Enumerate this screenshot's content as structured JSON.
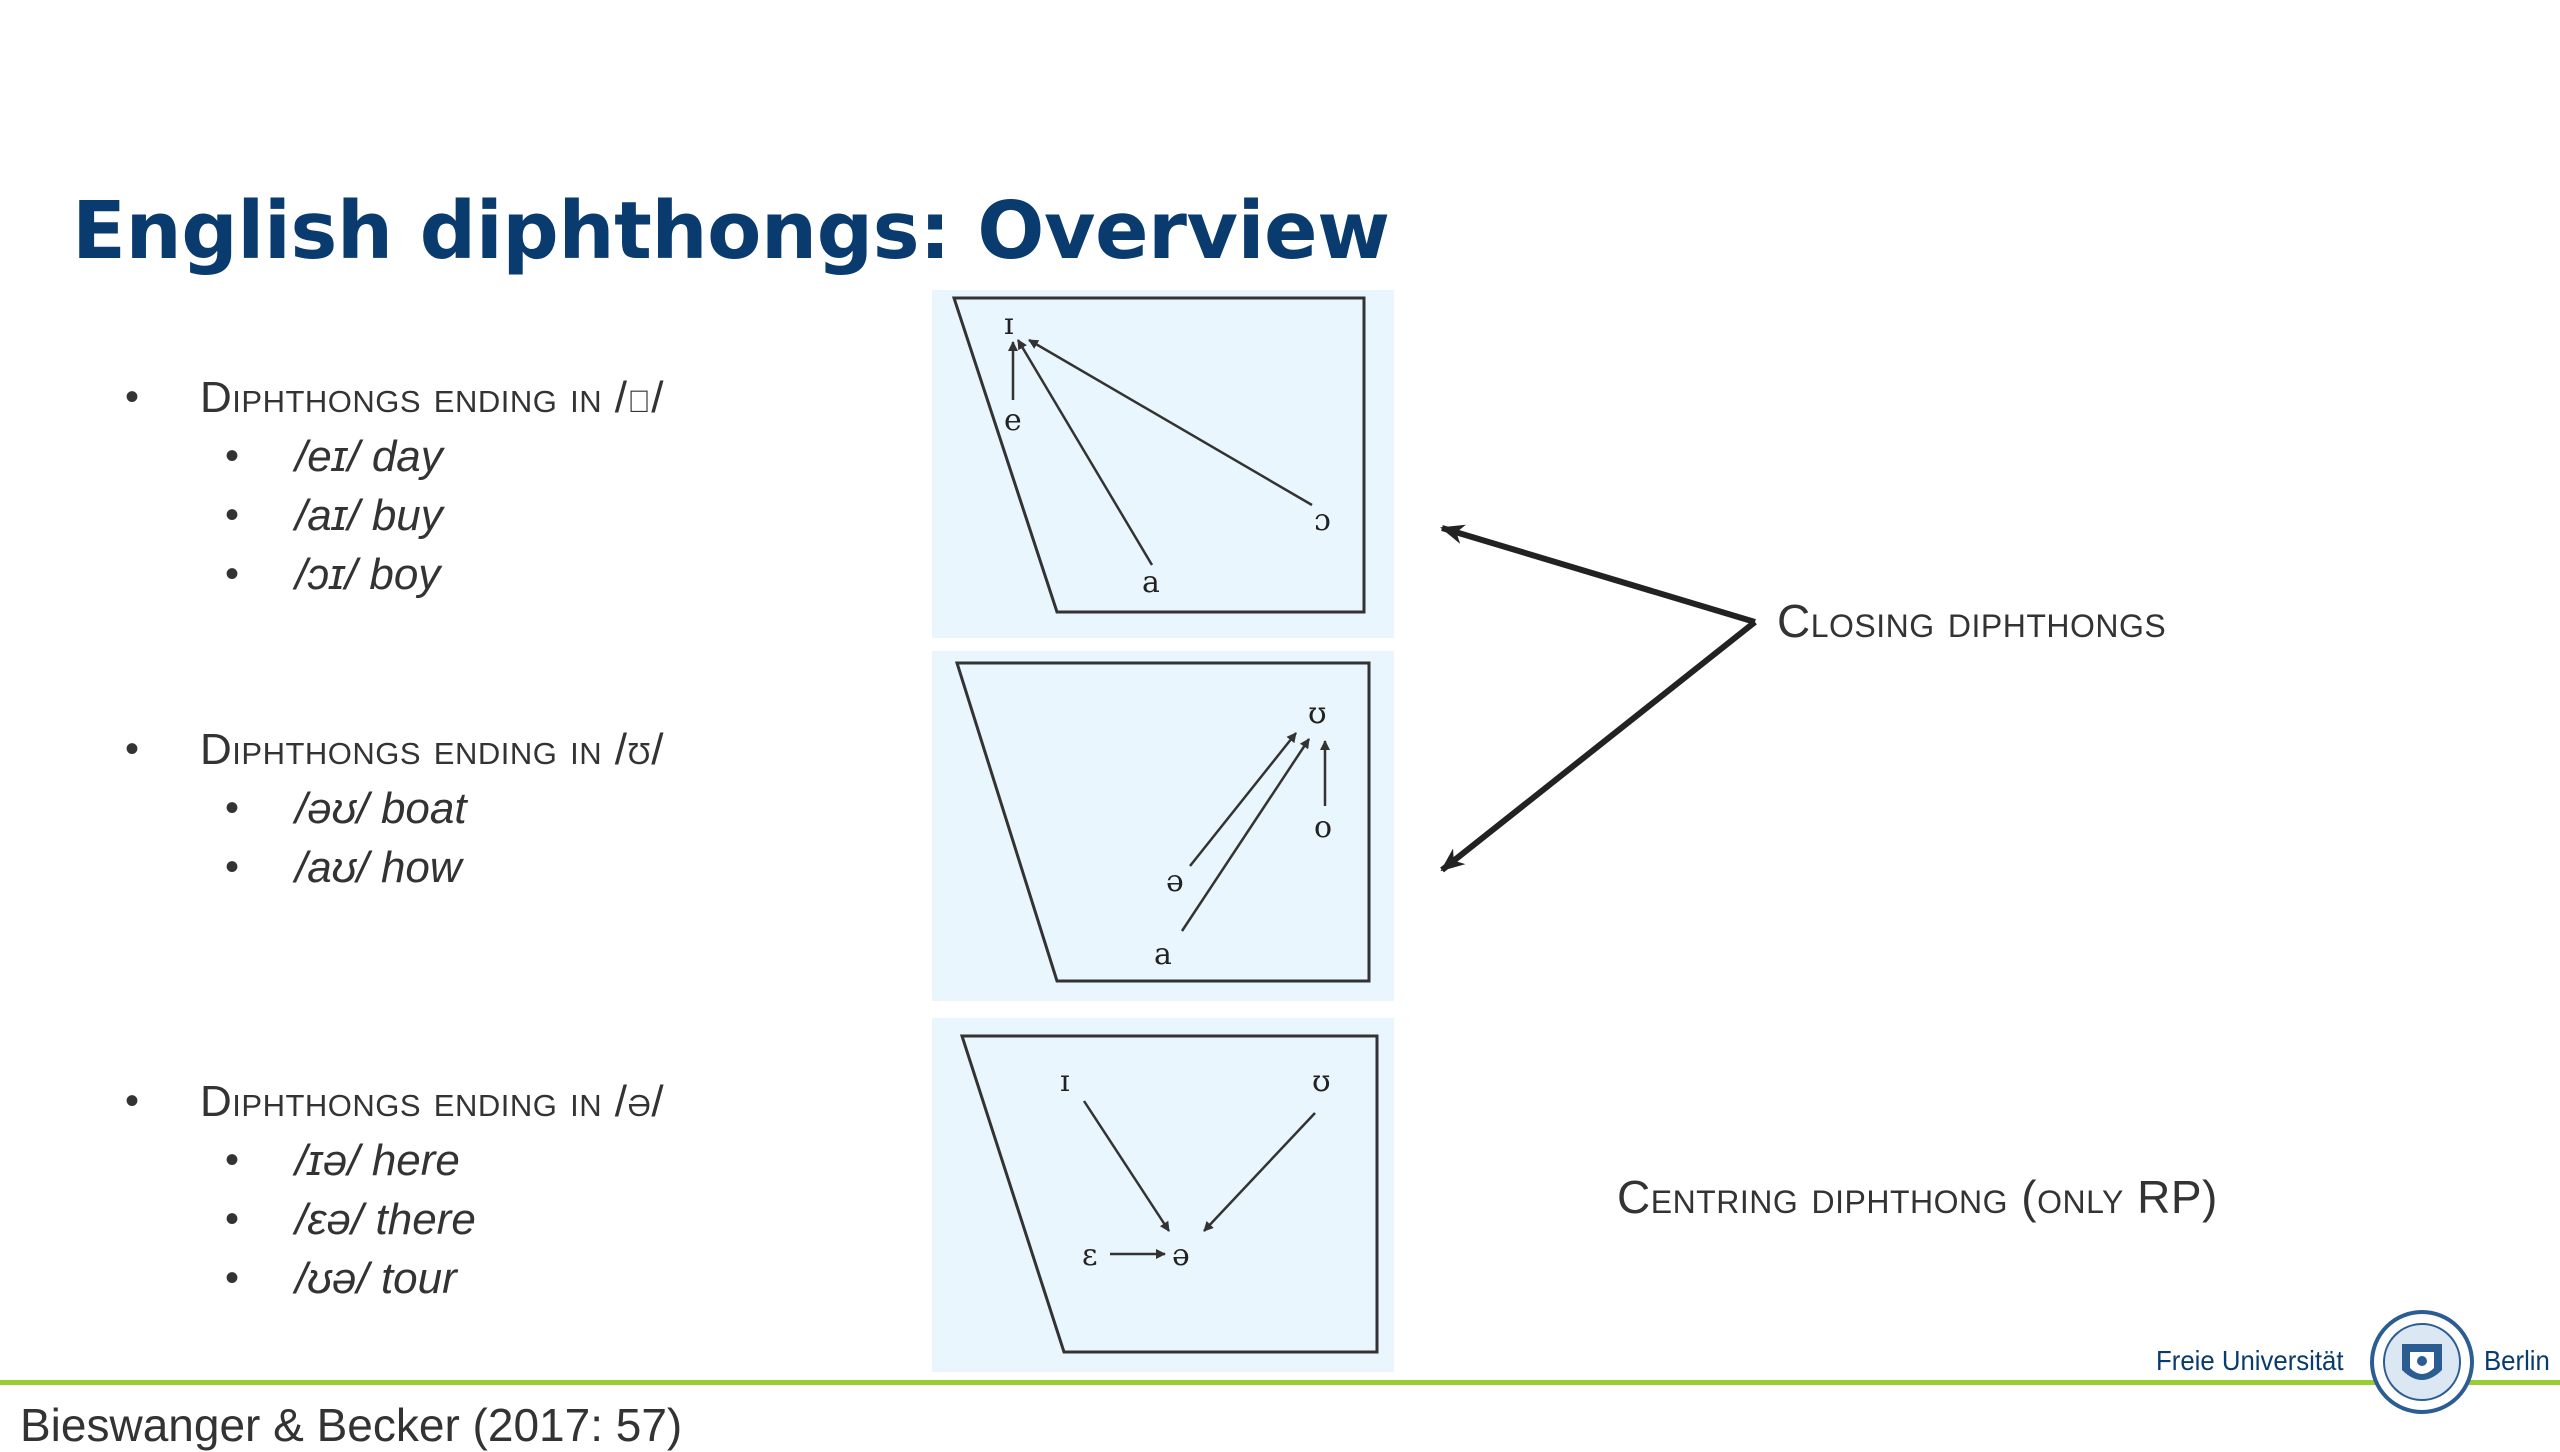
{
  "title": "English diphthongs: Overview",
  "groups": [
    {
      "heading": "Diphthongs ending in /ɪ/",
      "items": [
        {
          "phon": "/eɪ/",
          "word": "day"
        },
        {
          "phon": "/aɪ/",
          "word": "buy"
        },
        {
          "phon": "/ɔɪ/",
          "word": "boy"
        }
      ]
    },
    {
      "heading": "Diphthongs ending in /ʊ/",
      "items": [
        {
          "phon": "/əʊ/",
          "word": "boat"
        },
        {
          "phon": "/aʊ/",
          "word": "how"
        }
      ]
    },
    {
      "heading": "Diphthongs ending in /ə/",
      "items": [
        {
          "phon": "/ɪə/",
          "word": "here"
        },
        {
          "phon": "/ɛə/",
          "word": "there"
        },
        {
          "phon": "/ʊə/",
          "word": "tour"
        }
      ]
    }
  ],
  "diagrams": [
    {
      "symbols": [
        "ɪ",
        "e",
        "a",
        "ɔ"
      ]
    },
    {
      "symbols": [
        "ʊ",
        "o",
        "ə",
        "a"
      ]
    },
    {
      "symbols": [
        "ɪ",
        "ʊ",
        "ɛ",
        "ə"
      ]
    }
  ],
  "labels": {
    "closing": "Closing diphthongs",
    "centring": "Centring diphthong (only RP)"
  },
  "footer": {
    "citation": "Bieswanger & Becker (2017: 57)",
    "logo_left": "Freie Universität",
    "logo_right": "Berlin"
  },
  "colors": {
    "title": "#0a3b6e",
    "panel": "#eaf6fd",
    "footer_line": "#9acd32"
  }
}
